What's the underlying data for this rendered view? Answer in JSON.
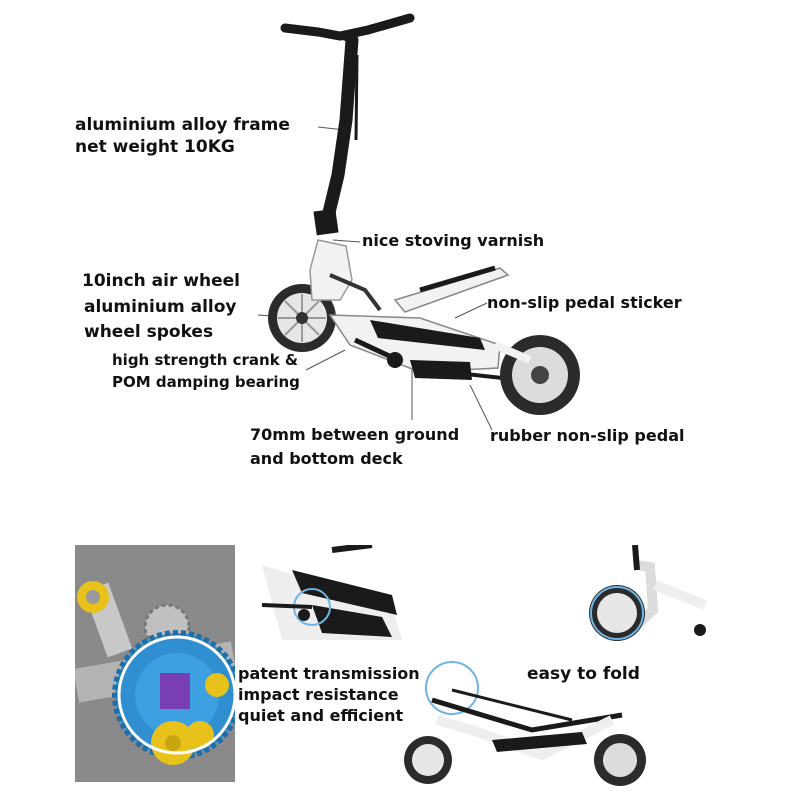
{
  "labels": {
    "frame_line1": "aluminium alloy frame",
    "frame_line2": "net weight 10KG",
    "varnish": "nice stoving varnish",
    "wheel_line1": "10inch air wheel",
    "wheel_line2": "aluminium alloy",
    "wheel_line3": "wheel spokes",
    "crank_line1": "high strength crank &",
    "crank_line2": "POM damping bearing",
    "sticker": "non-slip pedal sticker",
    "ground_line1": "70mm between ground",
    "ground_line2": "and bottom deck",
    "rubber": "rubber non-slip pedal",
    "transmission_line1": "patent transmission",
    "transmission_line2": "impact resistance",
    "transmission_line3": "quiet and efficient",
    "fold": "easy to fold"
  },
  "colors": {
    "frame_black": "#1a1a1a",
    "frame_white": "#f2f2f2",
    "tire": "#2b2b2b",
    "gear_blue": "#2f8fd1",
    "gear_yellow": "#e8c21a",
    "gear_purple": "#7a3fb5",
    "render_bg": "#8c8c8c",
    "highlight_ring": "#6fb6e6"
  },
  "icons": {
    "main_product": "scooter-illustration",
    "gear_detail": "gear-transmission-render",
    "pedal_detail": "pedal-closeup-photo",
    "wheel_detail": "front-wheel-closeup-photo",
    "fold_detail": "folded-scooter-photo"
  }
}
